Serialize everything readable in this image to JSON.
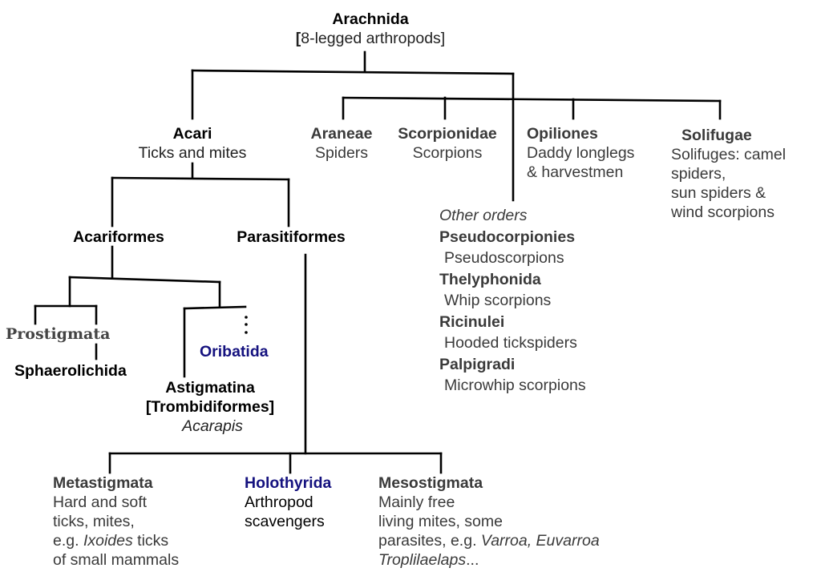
{
  "root": {
    "title": "Arachnida",
    "subtitle_bracket": "[",
    "subtitle": "8-legged arthropods]"
  },
  "acari": {
    "title": "Acari",
    "subtitle": "Ticks and mites"
  },
  "araneae": {
    "title": "Araneae",
    "subtitle": "Spiders"
  },
  "scorpionidae": {
    "title": "Scorpionidae",
    "subtitle": "Scorpions"
  },
  "opiliones": {
    "title": "Opiliones",
    "lines": [
      "Daddy longlegs",
      "& harvestmen"
    ]
  },
  "solifugae": {
    "title": "Solifugae",
    "lines": [
      "Solifuges: camel",
      "spiders,",
      "sun spiders &",
      "wind scorpions"
    ]
  },
  "other_orders": {
    "heading": "Other orders",
    "items": [
      {
        "title": "Pseudocorpionies",
        "subtitle": "Pseudoscorpions"
      },
      {
        "title": "Thelyphonida",
        "subtitle": "Whip scorpions"
      },
      {
        "title": "Ricinulei",
        "subtitle": "Hooded tickspiders"
      },
      {
        "title": "Palpigradi",
        "subtitle": "Microwhip scorpions"
      }
    ]
  },
  "acariformes": {
    "title": "Acariformes"
  },
  "parasitiformes": {
    "title": "Parasitiformes"
  },
  "prostigmata": {
    "title": "Prostigmata"
  },
  "sphaerolichida": {
    "title": "Sphaerolichida"
  },
  "oribatida": {
    "title": "Oribatida"
  },
  "astigmatina": {
    "title": "Astigmatina",
    "subtitle": "[Trombidiformes]",
    "example": "Acarapis"
  },
  "metastigmata": {
    "title": "Metastigmata",
    "lines": [
      "Hard and soft",
      "ticks, mites,"
    ],
    "example_prefix": "e.g. ",
    "example_italic": "Ixoides",
    "example_suffix": " ticks",
    "last_line": "of small mammals"
  },
  "holothyrida": {
    "title": "Holothyrida",
    "lines": [
      "Arthropod",
      "scavengers"
    ]
  },
  "mesostigmata": {
    "title": "Mesostigmata",
    "lines": [
      "Mainly free",
      "living mites, some"
    ],
    "example_prefix": "parasites, e.g. ",
    "example_italic": "Varroa, Euvarroa",
    "last_line_italic": "Troplilaelaps",
    "last_line_suffix": "..."
  },
  "colors": {
    "lines": "#000000",
    "blue_taxa": "#15127f",
    "text": "#3a3a3a"
  }
}
